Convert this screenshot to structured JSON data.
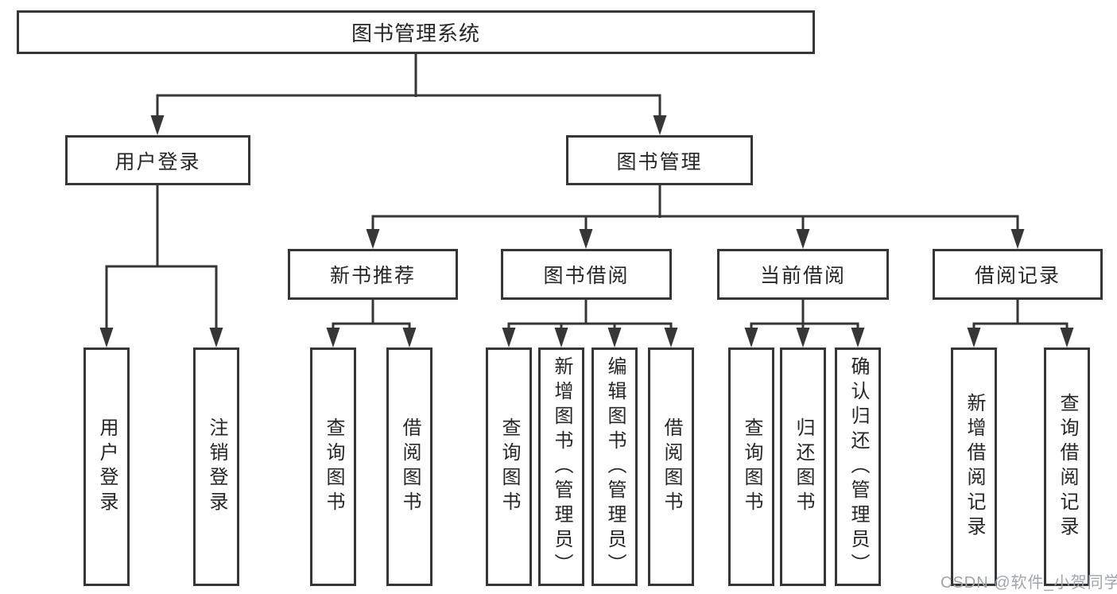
{
  "diagram": {
    "root": {
      "label": "图书管理系统"
    },
    "level2": {
      "user_login": {
        "label": "用户登录"
      },
      "book_mgmt": {
        "label": "图书管理"
      }
    },
    "level3": {
      "new_books": {
        "label": "新书推荐"
      },
      "borrowing": {
        "label": "图书借阅"
      },
      "current": {
        "label": "当前借阅"
      },
      "records": {
        "label": "借阅记录"
      }
    },
    "leaves": {
      "user_login": [
        "用户登录",
        "注销登录"
      ],
      "new_books": [
        "查询图书",
        "借阅图书"
      ],
      "borrowing": [
        "查询图书",
        "新增图书（管理员）",
        "编辑图书（管理员）",
        "借阅图书"
      ],
      "current": [
        "查询图书",
        "归还图书",
        "确认归还（管理员）"
      ],
      "records": [
        "新增借阅记录",
        "查询借阅记录"
      ]
    }
  },
  "watermark": {
    "text": "CSDN @软件_小贺同学"
  },
  "colors": {
    "line": "#363636",
    "text": "#262626",
    "watermark": "#9fa5a9",
    "background": "#ffffff"
  }
}
